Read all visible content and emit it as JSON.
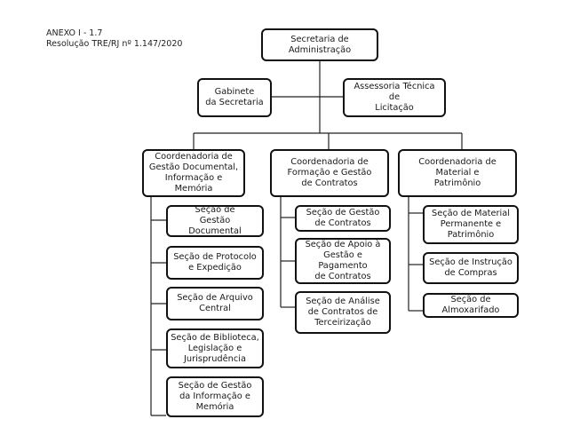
{
  "header": {
    "line1": "ANEXO I - 1.7",
    "line2": "Resolução TRE/RJ nº 1.147/2020"
  },
  "org": {
    "root": "Secretaria de\nAdministração",
    "staff_left": "Gabinete\nda Secretaria",
    "staff_right": "Assessoria Técnica de\nLicitação",
    "coordinations": [
      {
        "title": "Coordenadoria de\nGestão Documental,\nInformação e\nMemória",
        "sections": [
          "Seção de\nGestão\nDocumental",
          "Seção de Protocolo\ne Expedição",
          "Seção de Arquivo\nCentral",
          "Seção de Biblioteca,\nLegislação e\nJurisprudência",
          "Seção de Gestão\nda Informação e\nMemória"
        ]
      },
      {
        "title": "Coordenadoria de\nFormação e Gestão\nde Contratos",
        "sections": [
          "Seção de Gestão\nde Contratos",
          "Seção de Apoio à\nGestão e Pagamento\nde Contratos",
          "Seção de Análise\nde Contratos de\nTerceirização"
        ]
      },
      {
        "title": "Coordenadoria de\nMaterial e\nPatrimônio",
        "sections": [
          "Seção de Material\nPermanente e\nPatrimônio",
          "Seção de Instrução\nde Compras",
          "Seção de\nAlmoxarifado"
        ]
      }
    ]
  }
}
